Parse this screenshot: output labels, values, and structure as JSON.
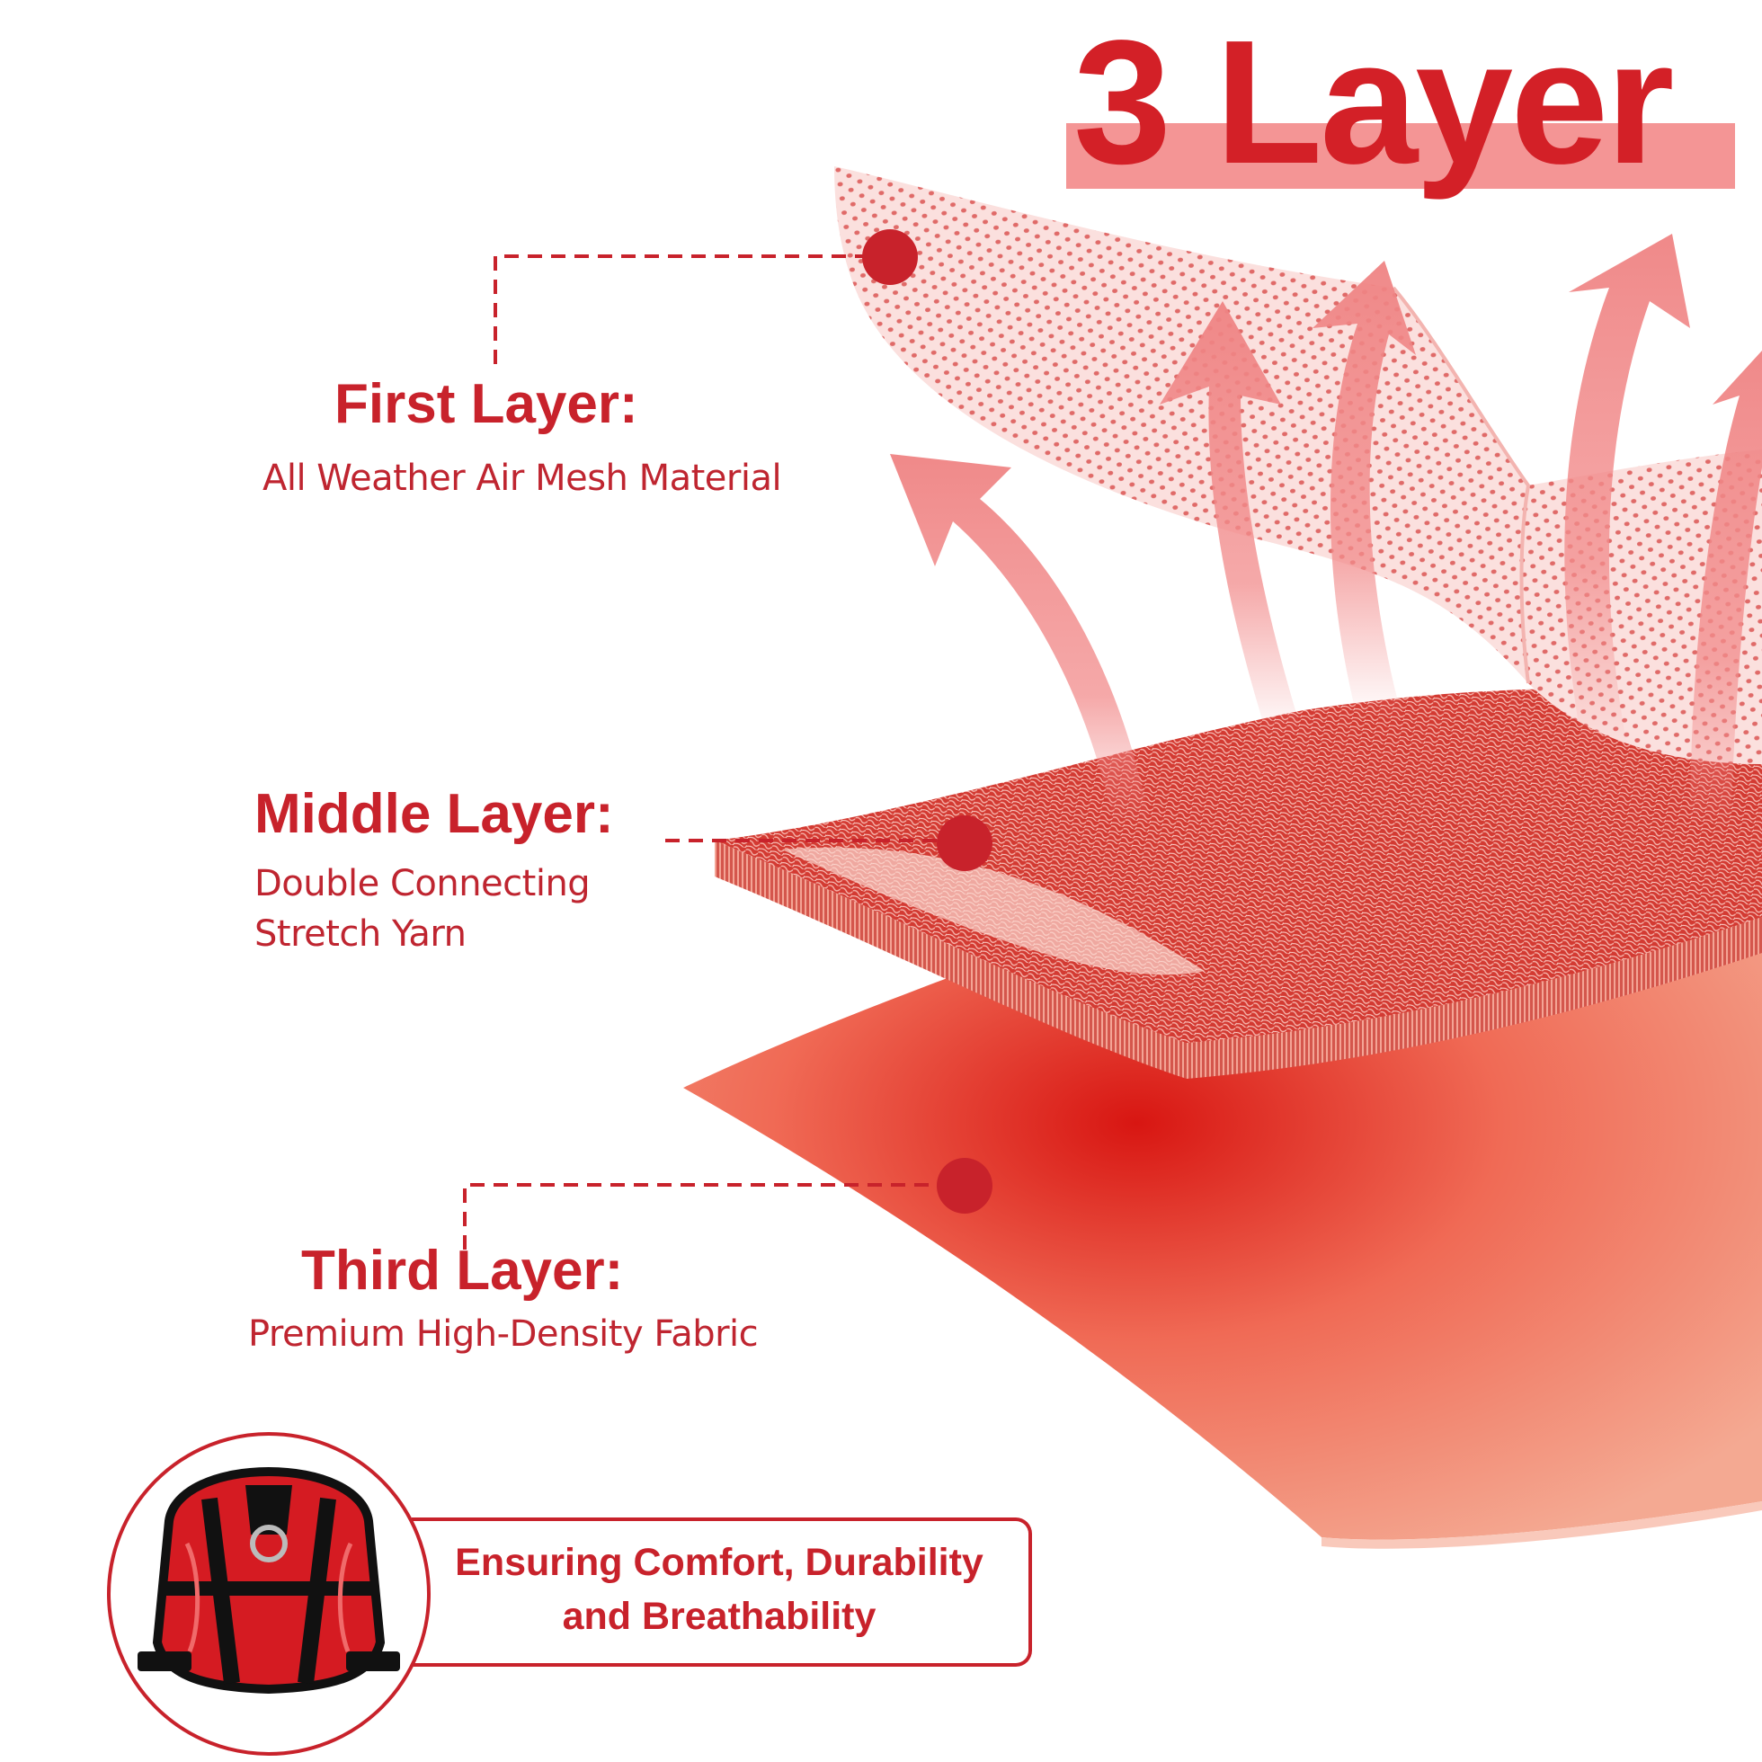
{
  "title": "3 Layer",
  "layers": [
    {
      "heading": "First Layer:",
      "description": "All Weather Air Mesh Material"
    },
    {
      "heading": "Middle Layer:",
      "description_line1": "Double Connecting",
      "description_line2": "Stretch Yarn"
    },
    {
      "heading": "Third Layer:",
      "description": "Premium High-Density Fabric"
    }
  ],
  "badge": {
    "line1": "Ensuring Comfort, Durability",
    "line2": "and Breathability"
  },
  "colors": {
    "brand_red": "#c8222b",
    "title_highlight": "#f49595",
    "mesh_pink": "#f6c2c0",
    "yarn_red": "#d4312b",
    "fabric_salmon": "#f39c86"
  }
}
